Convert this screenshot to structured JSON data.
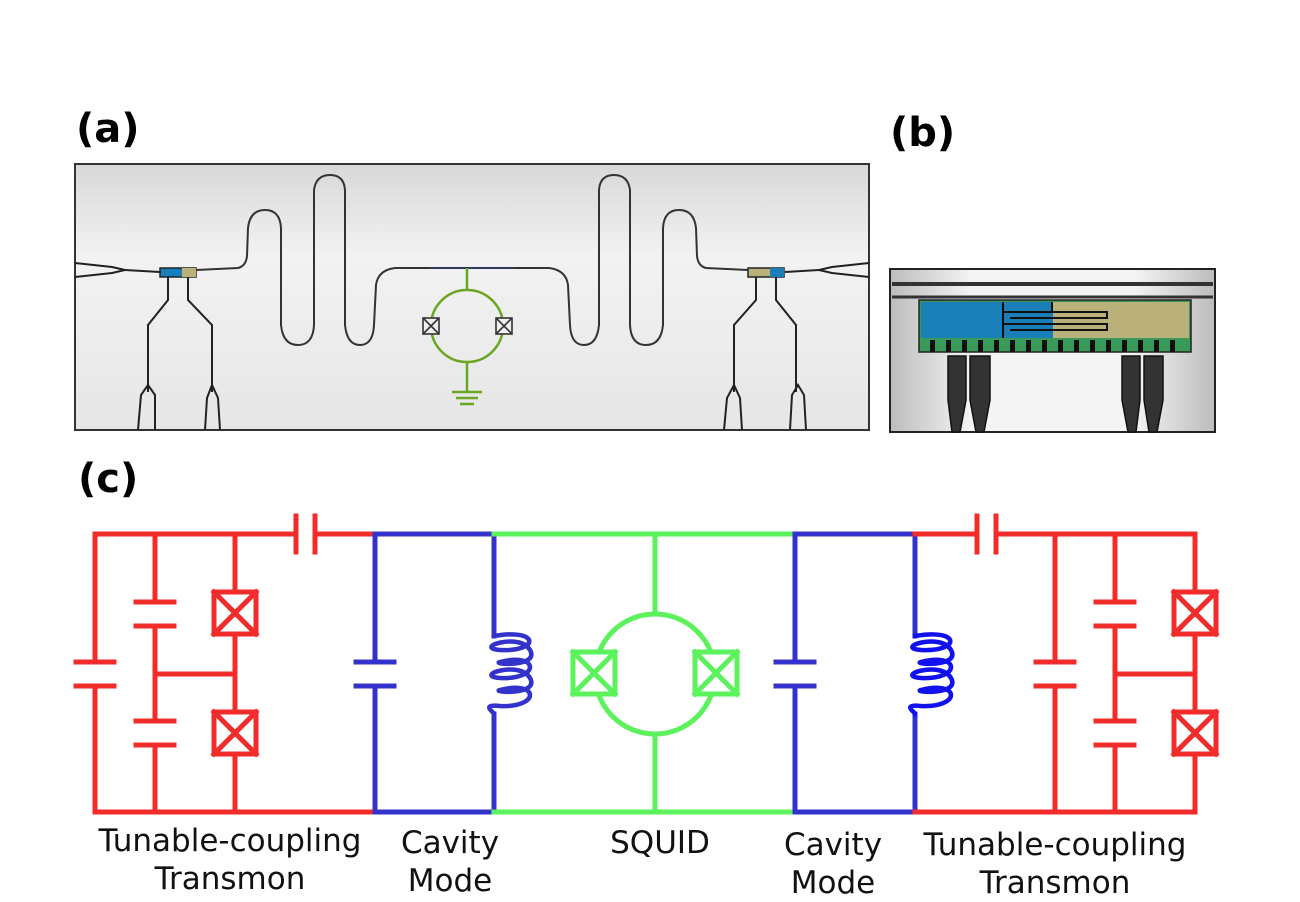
{
  "panels": {
    "a": "(a)",
    "b": "(b)",
    "c": "(c)"
  },
  "labels": {
    "left_transmon_line1": "Tunable-coupling",
    "left_transmon_line2": "Transmon",
    "left_cavity_line1": "Cavity",
    "left_cavity_line2": "Mode",
    "squid": "SQUID",
    "right_cavity_line1": "Cavity",
    "right_cavity_line2": "Mode",
    "right_transmon_line1": "Tunable-coupling",
    "right_transmon_line2": "Transmon"
  },
  "colors": {
    "transmon": "#f22b2b",
    "cavity": "#3333cc",
    "squid": "#5cf25c",
    "chip_squid": "#6aa622",
    "chip_pad_blue": "#1a7fb8",
    "chip_pad_tan": "#b9b07a",
    "chip_ground_green": "#3a9a5a"
  }
}
